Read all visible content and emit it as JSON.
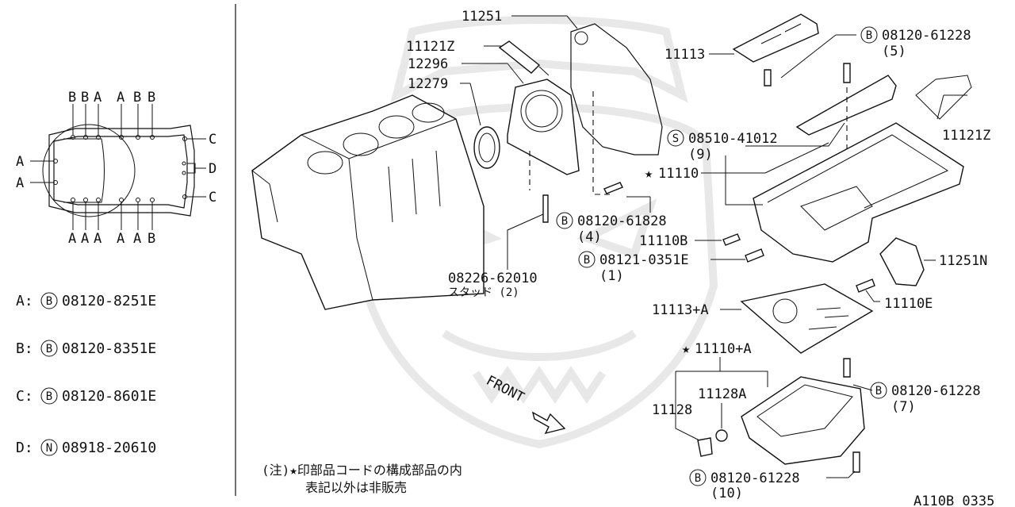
{
  "left_diagram": {
    "top_letters": [
      "B",
      "B",
      "A",
      "A",
      "B",
      "B"
    ],
    "bottom_letters": [
      "A",
      "A",
      "A",
      "A",
      "A",
      "B"
    ],
    "left_letters": [
      "A",
      "A"
    ],
    "right_letters": [
      "C",
      "D",
      "C"
    ]
  },
  "legend": [
    {
      "key": "A:",
      "prefix": "B",
      "part": "08120-8251E"
    },
    {
      "key": "B:",
      "prefix": "B",
      "part": "08120-8351E"
    },
    {
      "key": "C:",
      "prefix": "B",
      "part": "08120-8601E"
    },
    {
      "key": "D:",
      "prefix": "N",
      "part": "08918-20610"
    }
  ],
  "callouts": {
    "c11251": "11251",
    "c11121z_a": "11121Z",
    "c12296": "12296",
    "c12279": "12279",
    "c11113": "11113",
    "c08120_61228_5": "08120-61228",
    "q5": "(5)",
    "c11121z_b": "11121Z",
    "c08510": "08510-41012",
    "q9": "(9)",
    "c11110": "11110",
    "c08120_61828": "08120-61828",
    "q4": "(4)",
    "c11110b": "11110B",
    "c08121": "08121-0351E",
    "q1": "(1)",
    "c08226": "08226-62010",
    "stud": "スタッド (2)",
    "c11251n": "11251N",
    "c11110e": "11110E",
    "c11113a": "11113+A",
    "c11110a": "11110+A",
    "c11128a": "11128A",
    "c11128": "11128",
    "c08120_61228_7": "08120-61228",
    "q7": "(7)",
    "c08120_61228_10": "08120-61228",
    "q10": "(10)",
    "front": "FRONT",
    "b": "B",
    "s": "S"
  },
  "note": {
    "line1": "(注)★印部品コードの構成部品の内",
    "line2": "表記以外は非販売"
  },
  "diagram_code": "A110B 0335"
}
